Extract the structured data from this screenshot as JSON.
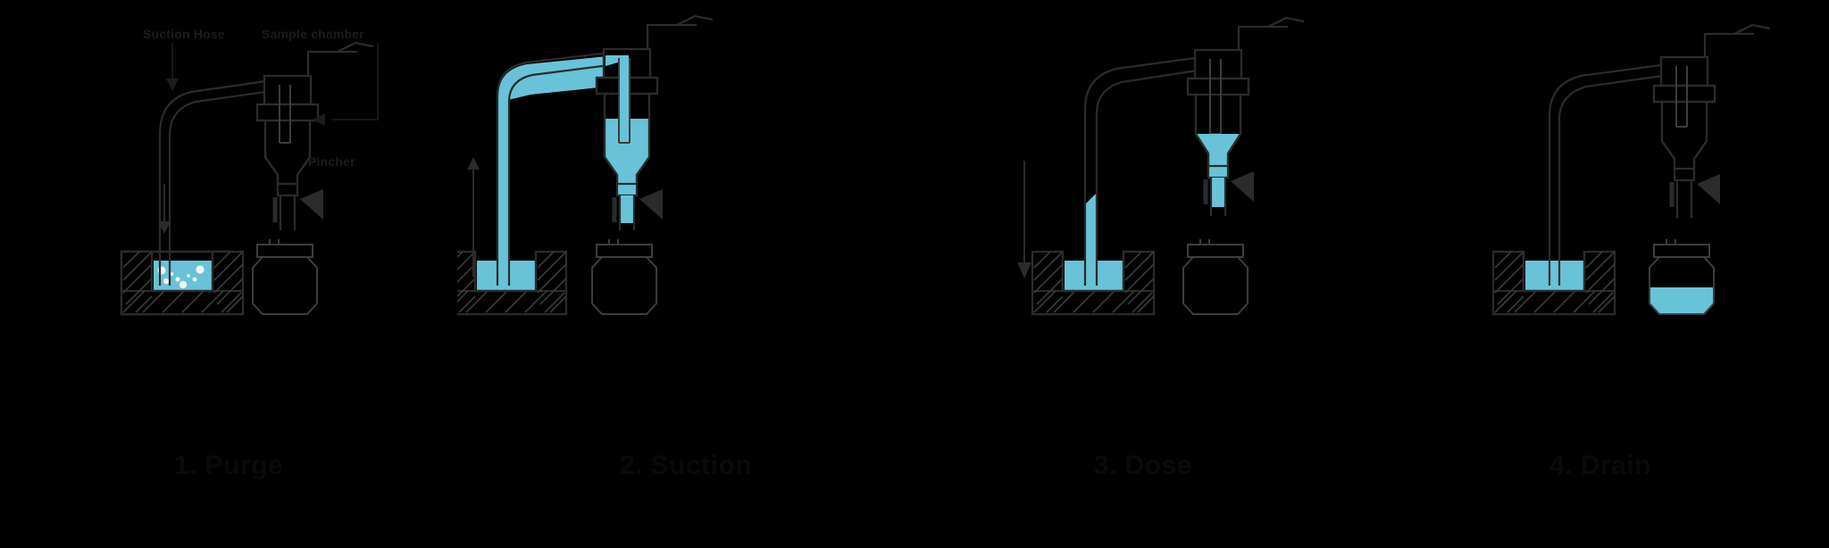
{
  "figure": {
    "background_color": "#000000",
    "line_color": "#2b2b2b",
    "liquid_color": "#68c3d8",
    "bubble_color": "#f2f2f2",
    "caption_color": "#0a0a0a",
    "annotation_color": "#1c1c1c"
  },
  "annotations": {
    "suction_hose": "Suction Hose",
    "sample_chamber": "Sample chamber",
    "pincher": "Pincher"
  },
  "panels": [
    {
      "id": "purge",
      "index": 1,
      "caption": "1. Purge",
      "hose_fill": "none",
      "chamber_fill": "none",
      "jar_fill": "none",
      "basin_fill": "liquid-with-bubbles",
      "flow_arrow": "down",
      "arrow_position": "inside-hose",
      "bubbles": 8
    },
    {
      "id": "suction",
      "index": 2,
      "caption": "2. Suction",
      "hose_fill": "full",
      "chamber_fill": "partial",
      "jar_fill": "none",
      "basin_fill": "liquid",
      "flow_arrow": "up",
      "arrow_position": "left-of-hose",
      "bubbles": 0
    },
    {
      "id": "dose",
      "index": 3,
      "caption": "3. Dose",
      "hose_fill": "draining",
      "chamber_fill": "cone-only",
      "jar_fill": "none",
      "basin_fill": "liquid",
      "flow_arrow": "down",
      "arrow_position": "left-of-hose",
      "bubbles": 0
    },
    {
      "id": "drain",
      "index": 4,
      "caption": "4. Drain",
      "hose_fill": "none",
      "chamber_fill": "none",
      "jar_fill": "partial",
      "basin_fill": "liquid",
      "flow_arrow": "none",
      "arrow_position": "none",
      "bubbles": 0
    }
  ]
}
